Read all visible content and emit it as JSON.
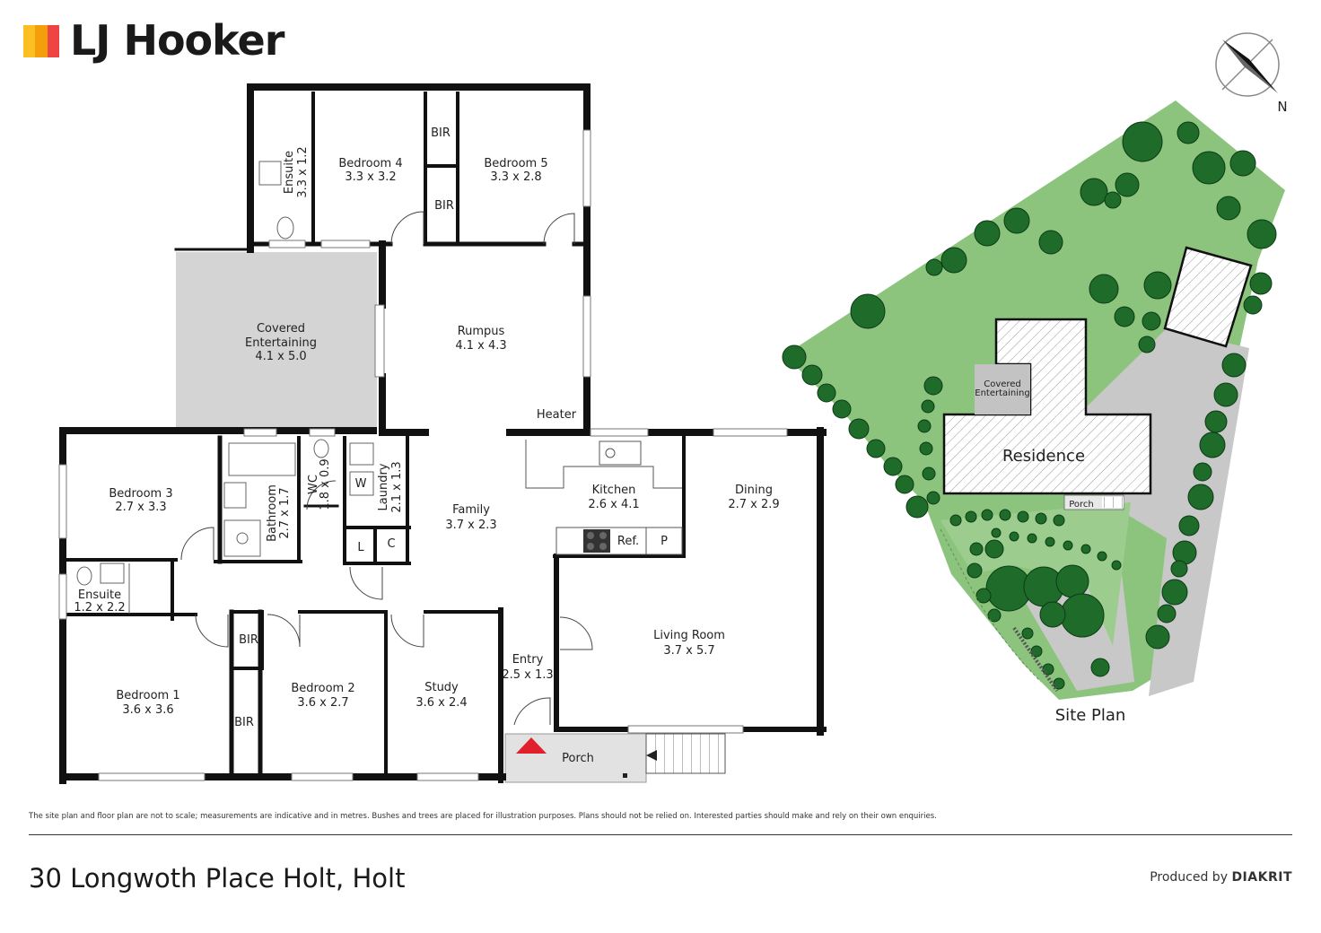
{
  "brand": {
    "name": "LJ Hooker",
    "stripes": [
      "#fbbf24",
      "#f59e0b",
      "#ef4444"
    ]
  },
  "compass": {
    "label": "N"
  },
  "rooms": {
    "ensuite_top": {
      "name": "Ensuite",
      "size": "3.3 x 1.2"
    },
    "bedroom4": {
      "name": "Bedroom 4",
      "size": "3.3 x 3.2"
    },
    "bedroom5": {
      "name": "Bedroom 5",
      "size": "3.3 x 2.8"
    },
    "bir": "BIR",
    "covered": {
      "line1": "Covered",
      "line2": "Entertaining",
      "size": "4.1 x 5.0"
    },
    "rumpus": {
      "name": "Rumpus",
      "size": "4.1 x 4.3"
    },
    "heater": "Heater",
    "bedroom3": {
      "name": "Bedroom 3",
      "size": "2.7 x 3.3"
    },
    "bathroom": {
      "name": "Bathroom",
      "size": "2.7 x 1.7"
    },
    "wc": {
      "name": "WC",
      "size": "1.8 x 0.9"
    },
    "laundry": {
      "name": "Laundry",
      "size": "2.1 x 1.3"
    },
    "w": "W",
    "l": "L",
    "c": "C",
    "family": {
      "name": "Family",
      "size": "3.7 x 2.3"
    },
    "kitchen": {
      "name": "Kitchen",
      "size": "2.6 x 4.1"
    },
    "dining": {
      "name": "Dining",
      "size": "2.7 x 2.9"
    },
    "ref": "Ref.",
    "p": "P",
    "ensuite_main": {
      "name": "Ensuite",
      "size": "1.2 x 2.2"
    },
    "bedroom1": {
      "name": "Bedroom 1",
      "size": "3.6 x 3.6"
    },
    "bedroom2": {
      "name": "Bedroom 2",
      "size": "3.6 x 2.7"
    },
    "study": {
      "name": "Study",
      "size": "3.6 x 2.4"
    },
    "entry": {
      "name": "Entry",
      "size": "2.5 x 1.3"
    },
    "living": {
      "name": "Living Room",
      "size": "3.7 x 5.7"
    },
    "porch": "Porch"
  },
  "site": {
    "title": "Site Plan",
    "residence": "Residence",
    "covered_line1": "Covered",
    "covered_line2": "Entertaining",
    "porch": "Porch",
    "colors": {
      "lawn": "#8cc47e",
      "tree": "#1e6b2a",
      "drive": "#c8c8c8"
    }
  },
  "footer": {
    "disclaimer": "The site plan and floor plan are not to scale; measurements are indicative and in metres. Bushes and trees are placed for illustration purposes. Plans should not be relied on. Interested parties should make and rely on their own enquiries.",
    "address": "30 Longwoth Place Holt, Holt",
    "produced_by": "Produced by",
    "producer": "DIAKRIT"
  }
}
